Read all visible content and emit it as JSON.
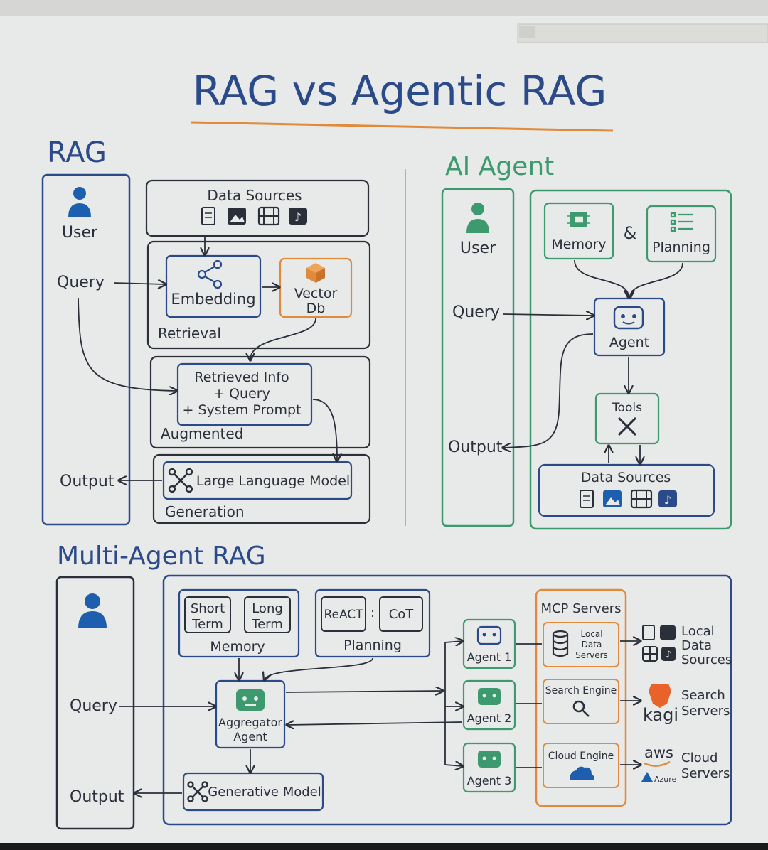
{
  "title": "RAG vs Agentic RAG",
  "colors": {
    "blue": "#2b4a8a",
    "dark": "#2a2f3a",
    "green": "#3c9a6e",
    "orange": "#e08a3c",
    "brand_blue": "#1d5fae",
    "board": "#e9eaea"
  },
  "rag": {
    "heading": "RAG",
    "user": "User",
    "query": "Query",
    "output": "Output",
    "data_sources": "Data Sources",
    "embedding": "Embedding",
    "vector_db_line1": "Vector",
    "vector_db_line2": "Db",
    "retrieval": "Retrieval",
    "prompt_line1": "Retrieved Info",
    "prompt_line2": "+ Query",
    "prompt_line3": "+ System Prompt",
    "augmented": "Augmented",
    "llm": "Large Language Model",
    "generation": "Generation"
  },
  "agent": {
    "heading": "AI Agent",
    "user": "User",
    "query": "Query",
    "output": "Output",
    "memory": "Memory",
    "amp": "&",
    "planning": "Planning",
    "agent": "Agent",
    "tools": "Tools",
    "data_sources": "Data Sources"
  },
  "multi": {
    "heading": "Multi-Agent RAG",
    "query": "Query",
    "output": "Output",
    "short_line1": "Short",
    "short_line2": "Term",
    "long_line1": "Long",
    "long_line2": "Term",
    "memory": "Memory",
    "react": "ReACT",
    "cot": "CoT",
    "planning": "Planning",
    "aggregator_line1": "Aggregator",
    "aggregator_line2": "Agent",
    "generative": "Generative Model",
    "agent1": "Agent 1",
    "agent2": "Agent 2",
    "agent3": "Agent 3",
    "mcp": "MCP Servers",
    "local_line1": "Local",
    "local_line2": "Data",
    "local_line3": "Servers",
    "search_engine": "Search Engine",
    "cloud_engine": "Cloud Engine",
    "local_label_1": "Local",
    "local_label_2": "Data",
    "local_label_3": "Sources",
    "kagi": "kagi",
    "search_label_1": "Search",
    "search_label_2": "Servers",
    "aws": "aws",
    "azure": "Azure",
    "cloud_label_1": "Cloud",
    "cloud_label_2": "Servers"
  }
}
